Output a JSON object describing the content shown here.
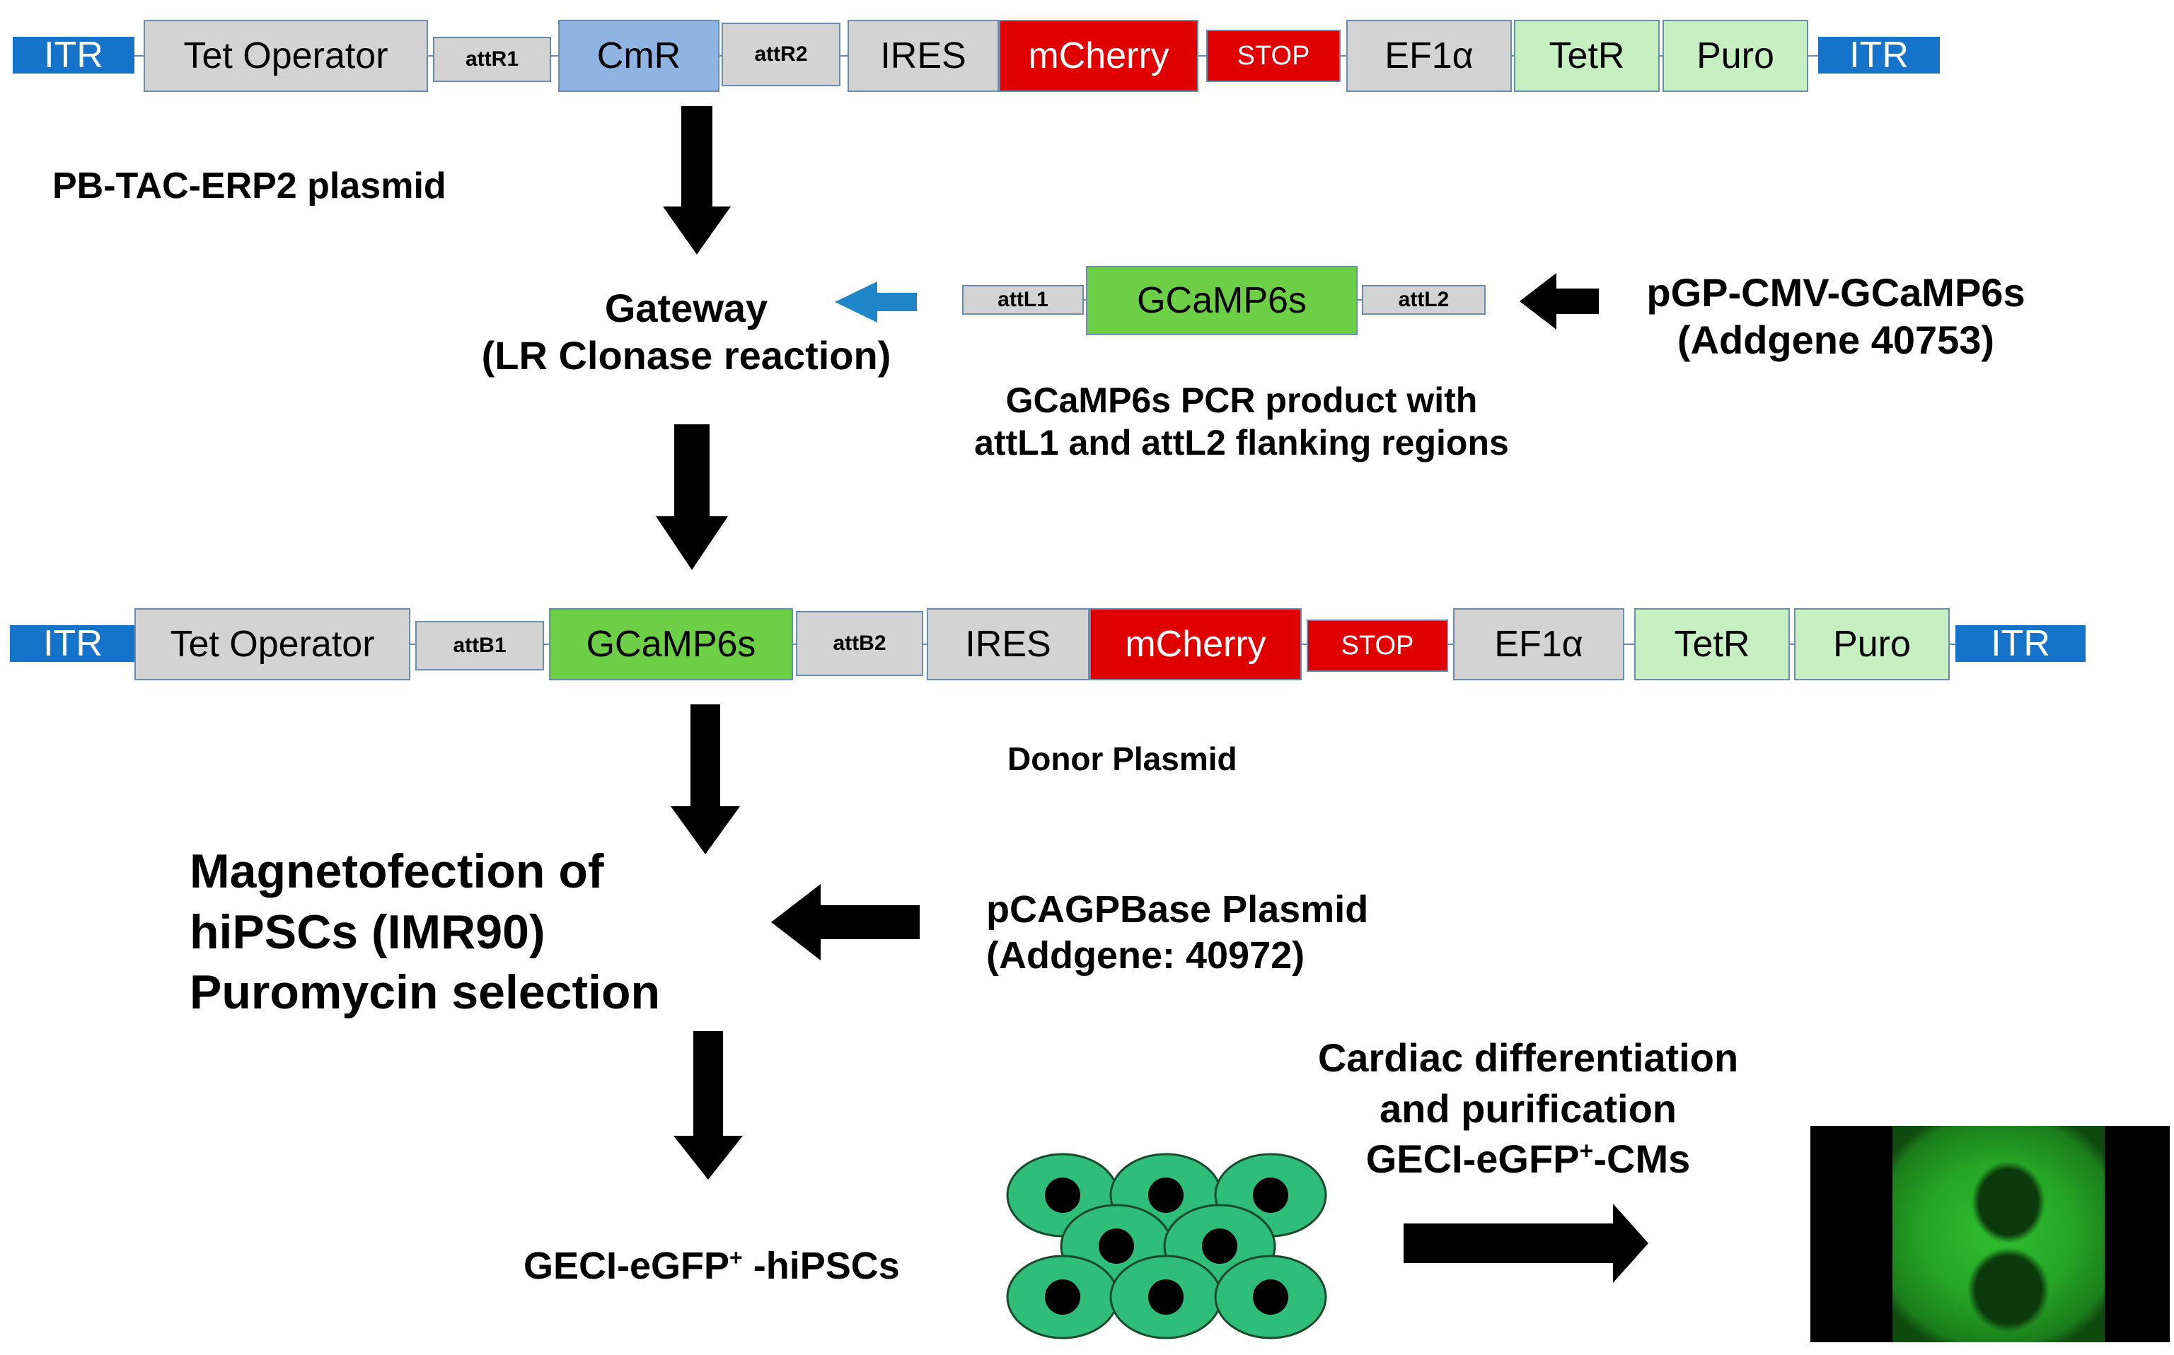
{
  "colors": {
    "itr": "#1573c9",
    "grey_box": "#d3d3d3",
    "cmr": "#8fb4e3",
    "red": "#e00000",
    "green_gcamp": "#6ccf46",
    "light_green": "#c6efc2",
    "blue_arrow": "#1e86c8",
    "cell_fill": "#2fbd7a",
    "cell_nucleus": "#000000"
  },
  "construct1": {
    "itr_left": "ITR",
    "tet_operator": "Tet Operator",
    "attR1": "attR1",
    "cmR": "CmR",
    "attR2": "attR2",
    "ires": "IRES",
    "mcherry": "mCherry",
    "stop": "STOP",
    "ef1a": "EF1α",
    "tetR": "TetR",
    "puro": "Puro",
    "itr_right": "ITR",
    "name": "PB-TAC-ERP2 plasmid"
  },
  "gateway": {
    "line1": "Gateway",
    "line2": "(LR Clonase reaction)"
  },
  "pcr": {
    "attL1": "attL1",
    "gcamp": "GCaMP6s",
    "attL2": "attL2",
    "caption_line1": "GCaMP6s PCR product with",
    "caption_line2": "attL1 and attL2 flanking regions",
    "source_line1": "pGP-CMV-GCaMP6s",
    "source_line2": "(Addgene 40753)"
  },
  "construct2": {
    "itr_left": "ITR",
    "tet_operator": "Tet Operator",
    "attB1": "attB1",
    "gcamp": "GCaMP6s",
    "attB2": "attB2",
    "ires": "IRES",
    "mcherry": "mCherry",
    "stop": "STOP",
    "ef1a": "EF1α",
    "tetR": "TetR",
    "puro": "Puro",
    "itr_right": "ITR",
    "name": "Donor Plasmid"
  },
  "magnetofection": {
    "line1": "Magnetofection of",
    "line2": "hiPSCs (IMR90)",
    "line3": "Puromycin selection"
  },
  "pcag": {
    "line1": "pCAGPBase Plasmid",
    "line2": "(Addgene:  40972)"
  },
  "hipsc": {
    "label": "GECI-eGFP",
    "sup": "+",
    "suffix": " -hiPSCs"
  },
  "cardiac": {
    "line1": "Cardiac differentiation",
    "line2": "and purification",
    "line3_prefix": "GECI-eGFP",
    "line3_sup": "+",
    "line3_suffix": "-CMs"
  },
  "icons": {
    "down_arrow": "down-arrow-icon",
    "left_arrow": "left-arrow-icon",
    "right_arrow": "right-arrow-icon",
    "cells": "cell-cluster-icon",
    "micrograph": "cardiomyocyte-micrograph"
  }
}
